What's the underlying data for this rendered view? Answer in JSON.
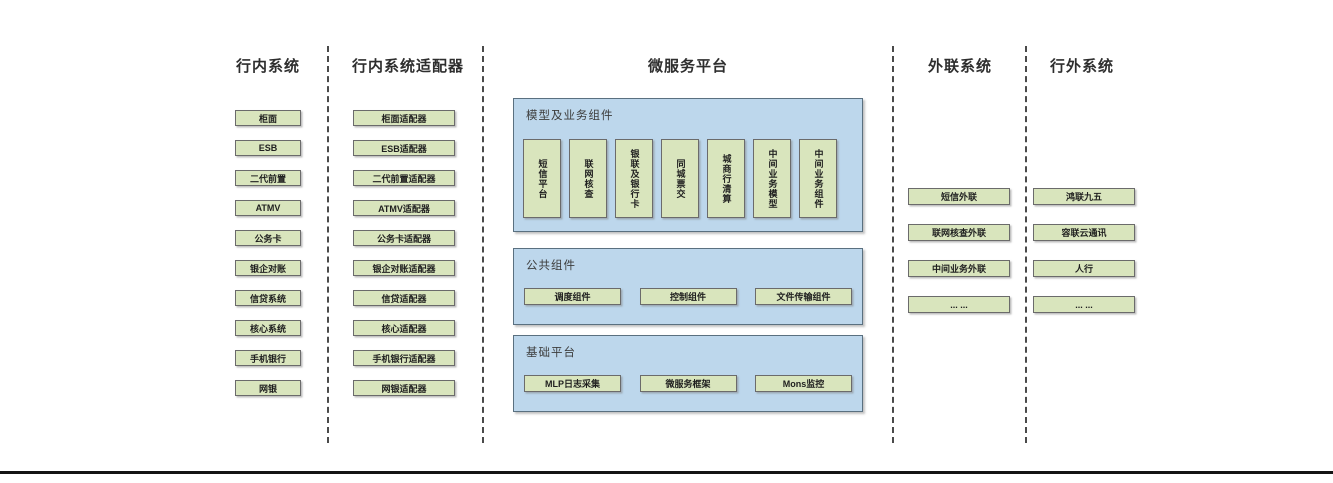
{
  "diagram": {
    "columns": [
      {
        "id": "internal",
        "title": "行内系统",
        "items": [
          "柜面",
          "ESB",
          "二代前置",
          "ATMV",
          "公务卡",
          "银企对账",
          "信贷系统",
          "核心系统",
          "手机银行",
          "网银"
        ]
      },
      {
        "id": "adapters",
        "title": "行内系统适配器",
        "items": [
          "柜面适配器",
          "ESB适配器",
          "二代前置适配器",
          "ATMV适配器",
          "公务卡适配器",
          "银企对账适配器",
          "信贷适配器",
          "核心适配器",
          "手机银行适配器",
          "网银适配器"
        ]
      },
      {
        "id": "platform",
        "title": "微服务平台",
        "groups": [
          {
            "title": "模型及业务组件",
            "orientation": "vertical",
            "items": [
              "短信平台",
              "联网核查",
              "银联及银行卡",
              "同城票交",
              "城商行清算",
              "中间业务模型",
              "中间业务组件"
            ]
          },
          {
            "title": "公共组件",
            "orientation": "horizontal",
            "items": [
              "调度组件",
              "控制组件",
              "文件传输组件"
            ]
          },
          {
            "title": "基础平台",
            "orientation": "horizontal",
            "items": [
              "MLP日志采集",
              "微服务框架",
              "Mons监控"
            ]
          }
        ]
      },
      {
        "id": "outbound",
        "title": "外联系统",
        "items": [
          "短信外联",
          "联网核查外联",
          "中间业务外联",
          "... ..."
        ]
      },
      {
        "id": "external",
        "title": "行外系统",
        "items": [
          "鸿联九五",
          "容联云通讯",
          "人行",
          "... ..."
        ]
      }
    ],
    "colors": {
      "box_fill": "#d9e5bd",
      "box_border": "#6b6b6b",
      "group_fill": "#bdd7ec",
      "group_border": "#5a7080",
      "separator": "#4a4a4a",
      "title_text": "#2e2e2e",
      "box_text": "#1f1f1f",
      "label_text": "#3d3d3d",
      "rule": "#141414"
    }
  }
}
